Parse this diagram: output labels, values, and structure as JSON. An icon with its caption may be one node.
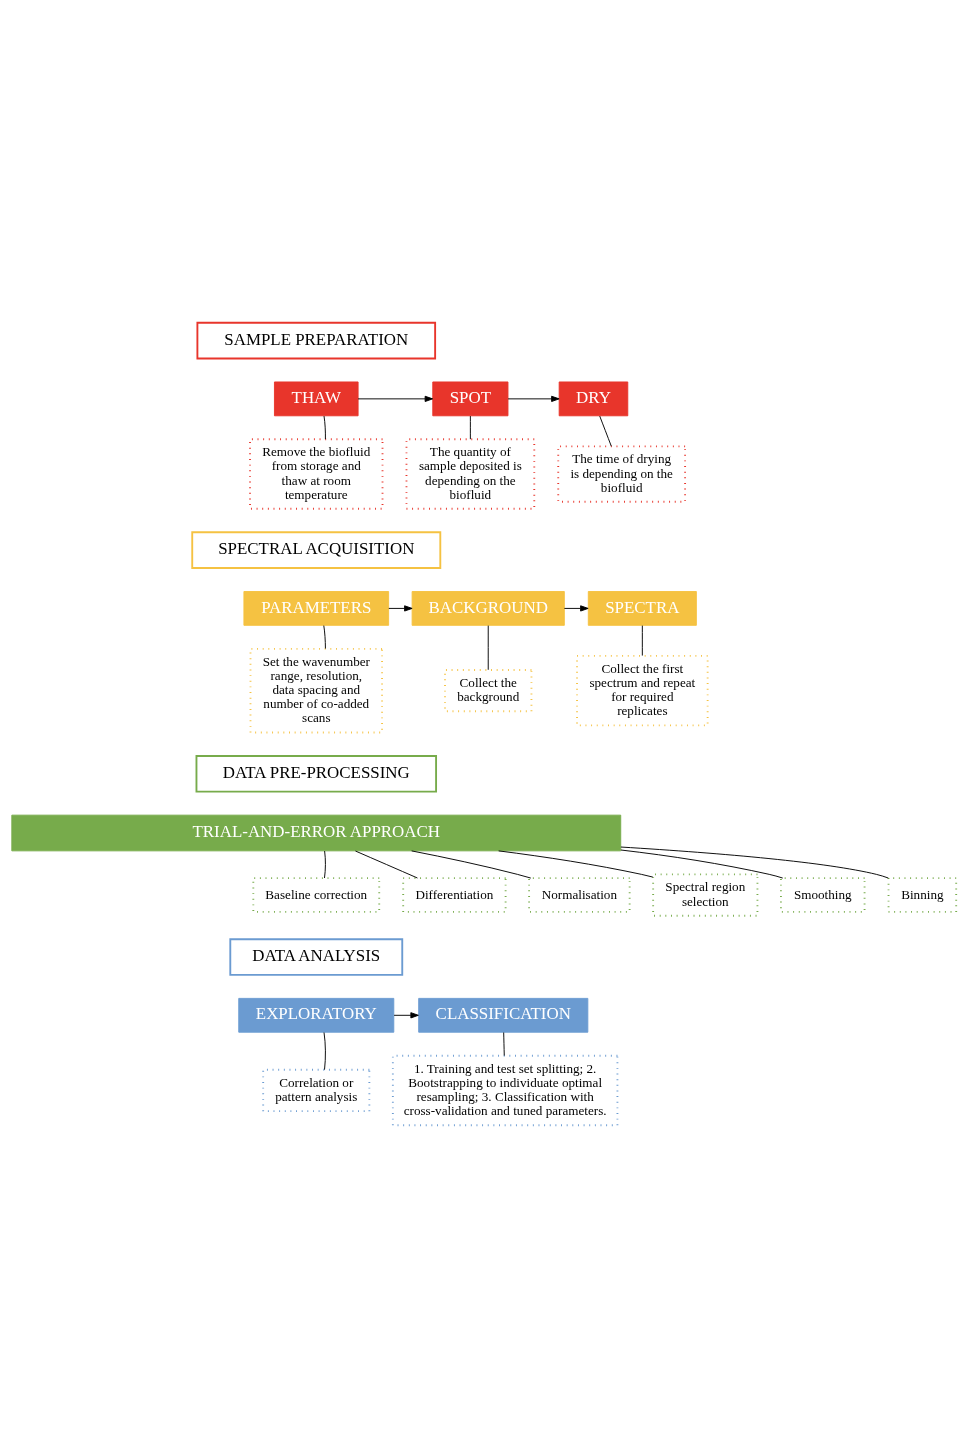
{
  "diagram": {
    "nodes": [
      {
        "text": [
          "SAMPLE PREPARATION"
        ]
      },
      {
        "text": [
          "THAW"
        ]
      },
      {
        "text": [
          "SPOT"
        ]
      },
      {
        "text": [
          "DRY"
        ]
      },
      {
        "text": [
          "Remove the biofluid from storage and thaw at room temperature"
        ]
      },
      {
        "text": [
          "The quantity of sample deposited is depending on the biofluid"
        ]
      },
      {
        "text": [
          "The time of drying is depending on the biofluid"
        ]
      },
      {
        "text": [
          "SPECTRAL ACQUISITION"
        ]
      },
      {
        "text": [
          "PARAMETERS"
        ]
      },
      {
        "text": [
          "BACKGROUND"
        ]
      },
      {
        "text": [
          "SPECTRA"
        ]
      },
      {
        "text": [
          "Set the wavenumber range, resolution, data spacing and number of co-added scans"
        ]
      },
      {
        "text": [
          "Collect the background"
        ]
      },
      {
        "text": [
          "Collect the first spectrum and repeat for required replicates"
        ]
      },
      {
        "text": [
          "DATA PRE-PROCESSING"
        ]
      },
      {
        "text": [
          "TRIAL-AND-ERROR APPROACH"
        ]
      },
      {
        "text": [
          "Baseline correction"
        ]
      },
      {
        "text": [
          "Differentiation"
        ]
      },
      {
        "text": [
          "Normalisation"
        ]
      },
      {
        "text": [
          "Spectral region selection"
        ]
      },
      {
        "text": [
          "Smoothing"
        ]
      },
      {
        "text": [
          "Binning"
        ]
      },
      {
        "text": [
          "DATA ANALYSIS"
        ]
      },
      {
        "text": [
          "EXPLORATORY"
        ]
      },
      {
        "text": [
          "CLASSIFICATION"
        ]
      },
      {
        "text": [
          "Correlation or pattern analysis"
        ]
      },
      {
        "text": [
          "1. Training and test set splitting; 2. Bootstrapping to individuate optimal resampling; 3. Classification with cross-validation and tuned parameters."
        ]
      }
    ],
    "edges": [
      {
        "from": 1,
        "to": 2,
        "arrow": "to"
      },
      {
        "from": 2,
        "to": 3,
        "arrow": "to"
      },
      {
        "from": 1,
        "to": 4,
        "arrow": "none"
      },
      {
        "from": 2,
        "to": 5,
        "arrow": "none"
      },
      {
        "from": 3,
        "to": 6,
        "arrow": "none"
      },
      {
        "from": 8,
        "to": 9,
        "arrow": "to"
      },
      {
        "from": 9,
        "to": 10,
        "arrow": "to"
      },
      {
        "from": 8,
        "to": 11,
        "arrow": "none"
      },
      {
        "from": 9,
        "to": 12,
        "arrow": "none"
      },
      {
        "from": 10,
        "to": 13,
        "arrow": "none"
      },
      {
        "from": 15,
        "to": 16,
        "arrow": "none"
      },
      {
        "from": 15,
        "to": 17,
        "arrow": "none"
      },
      {
        "from": 15,
        "to": 18,
        "arrow": "none"
      },
      {
        "from": 15,
        "to": 19,
        "arrow": "none"
      },
      {
        "from": 15,
        "to": 20,
        "arrow": "none"
      },
      {
        "from": 15,
        "to": 21,
        "arrow": "none"
      },
      {
        "from": 23,
        "to": 24,
        "arrow": "to"
      },
      {
        "from": 23,
        "to": 25,
        "arrow": "none"
      },
      {
        "from": 24,
        "to": 26,
        "arrow": "none"
      }
    ]
  }
}
